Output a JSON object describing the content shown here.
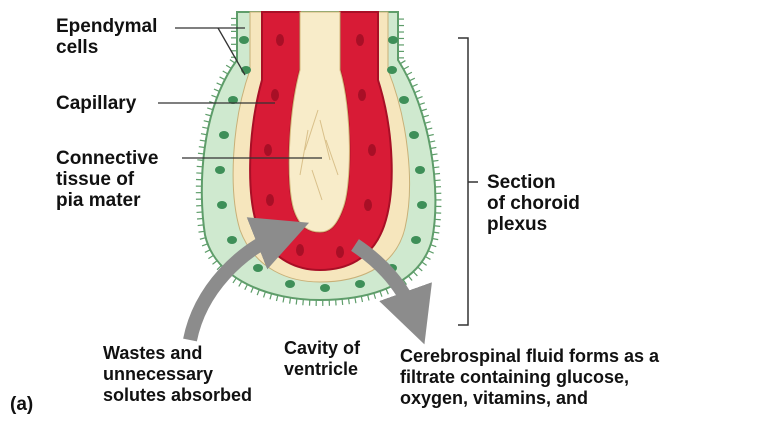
{
  "labels": {
    "ependymal": "Ependymal\ncells",
    "capillary": "Capillary",
    "connective": "Connective\ntissue of\npia mater",
    "section": "Section\nof choroid\nplexus",
    "wastes": "Wastes and\nunnecessary\nsolutes absorbed",
    "cavity": "Cavity of\nventricle",
    "csf": "Cerebrospinal fluid forms as a\nfiltrate containing glucose,\noxygen, vitamins, and",
    "panel": "(a)"
  },
  "colors": {
    "epithelium": "#cfe9cf",
    "epithelium_stroke": "#5e9d6a",
    "nucleus": "#3e8f58",
    "connective": "#f6e6bd",
    "capillary": "#d81b36",
    "capillary_dark": "#a80f26",
    "arrow": "#8c8c8c"
  }
}
